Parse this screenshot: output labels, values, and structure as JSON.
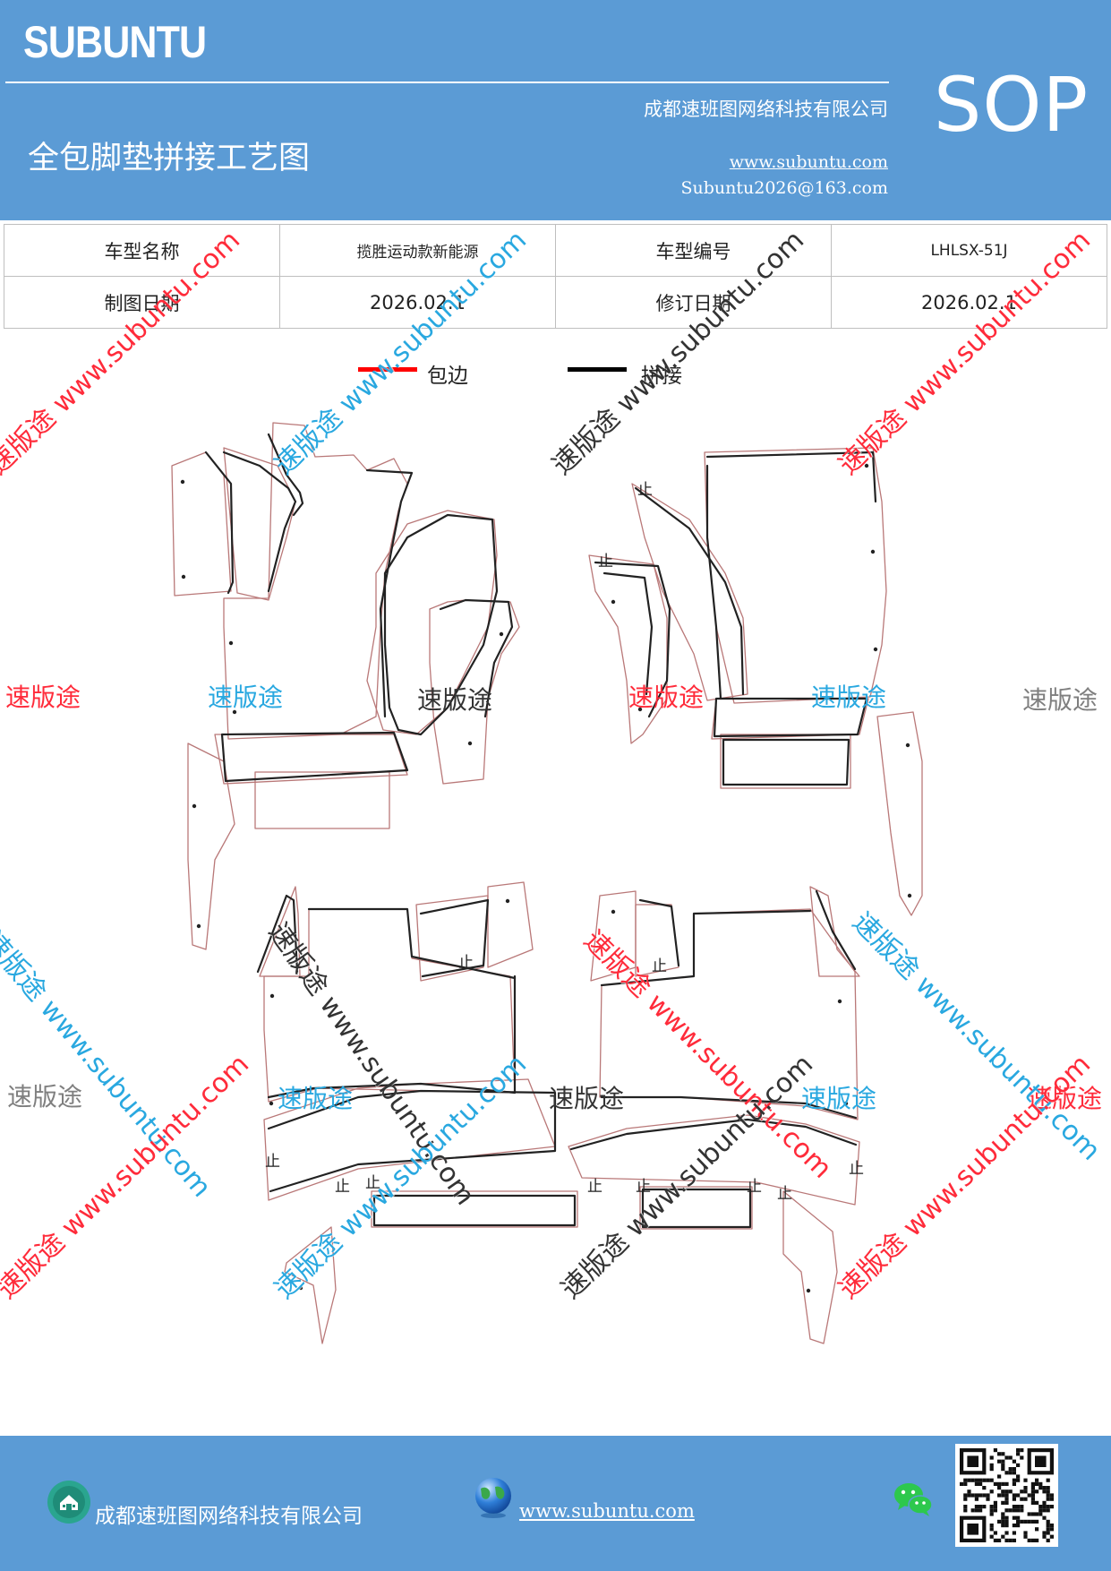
{
  "header": {
    "brand": "SUBUNTU",
    "code": "SOP",
    "company": "成都速班图网络科技有限公司",
    "title": "全包脚垫拼接工艺图",
    "website": "www.subuntu.com",
    "email": "Subuntu2026@163.com",
    "background": "#5b9bd5"
  },
  "info": {
    "row1": {
      "label_a": "车型名称",
      "value_a": "揽胜运动款新能源",
      "label_b": "车型编号",
      "value_b": "LHLSX-51J"
    },
    "row2": {
      "label_a": "制图日期",
      "value_a": "2026.02.1",
      "label_b": "修订日期",
      "value_b": "2026.02.1"
    }
  },
  "legend": {
    "edge": {
      "label": "包边",
      "color": "#ff0000"
    },
    "splice": {
      "label": "拼接",
      "color": "#000000"
    }
  },
  "drawing": {
    "splice_mark": "止",
    "outline_color": "#b97878"
  },
  "watermarks": {
    "short": "速版途",
    "long": "速版途 www.subuntu.com",
    "colors": [
      "#ff2b3a",
      "#29a8e0",
      "#333333",
      "#7f7f7f"
    ]
  },
  "footer": {
    "company": "成都速班图网络科技有限公司",
    "website": "www.subuntu.com",
    "company_icon": "building-icon",
    "website_icon": "globe-icon",
    "social_icon": "wechat-icon",
    "qr_icon": "qr-code-icon"
  }
}
